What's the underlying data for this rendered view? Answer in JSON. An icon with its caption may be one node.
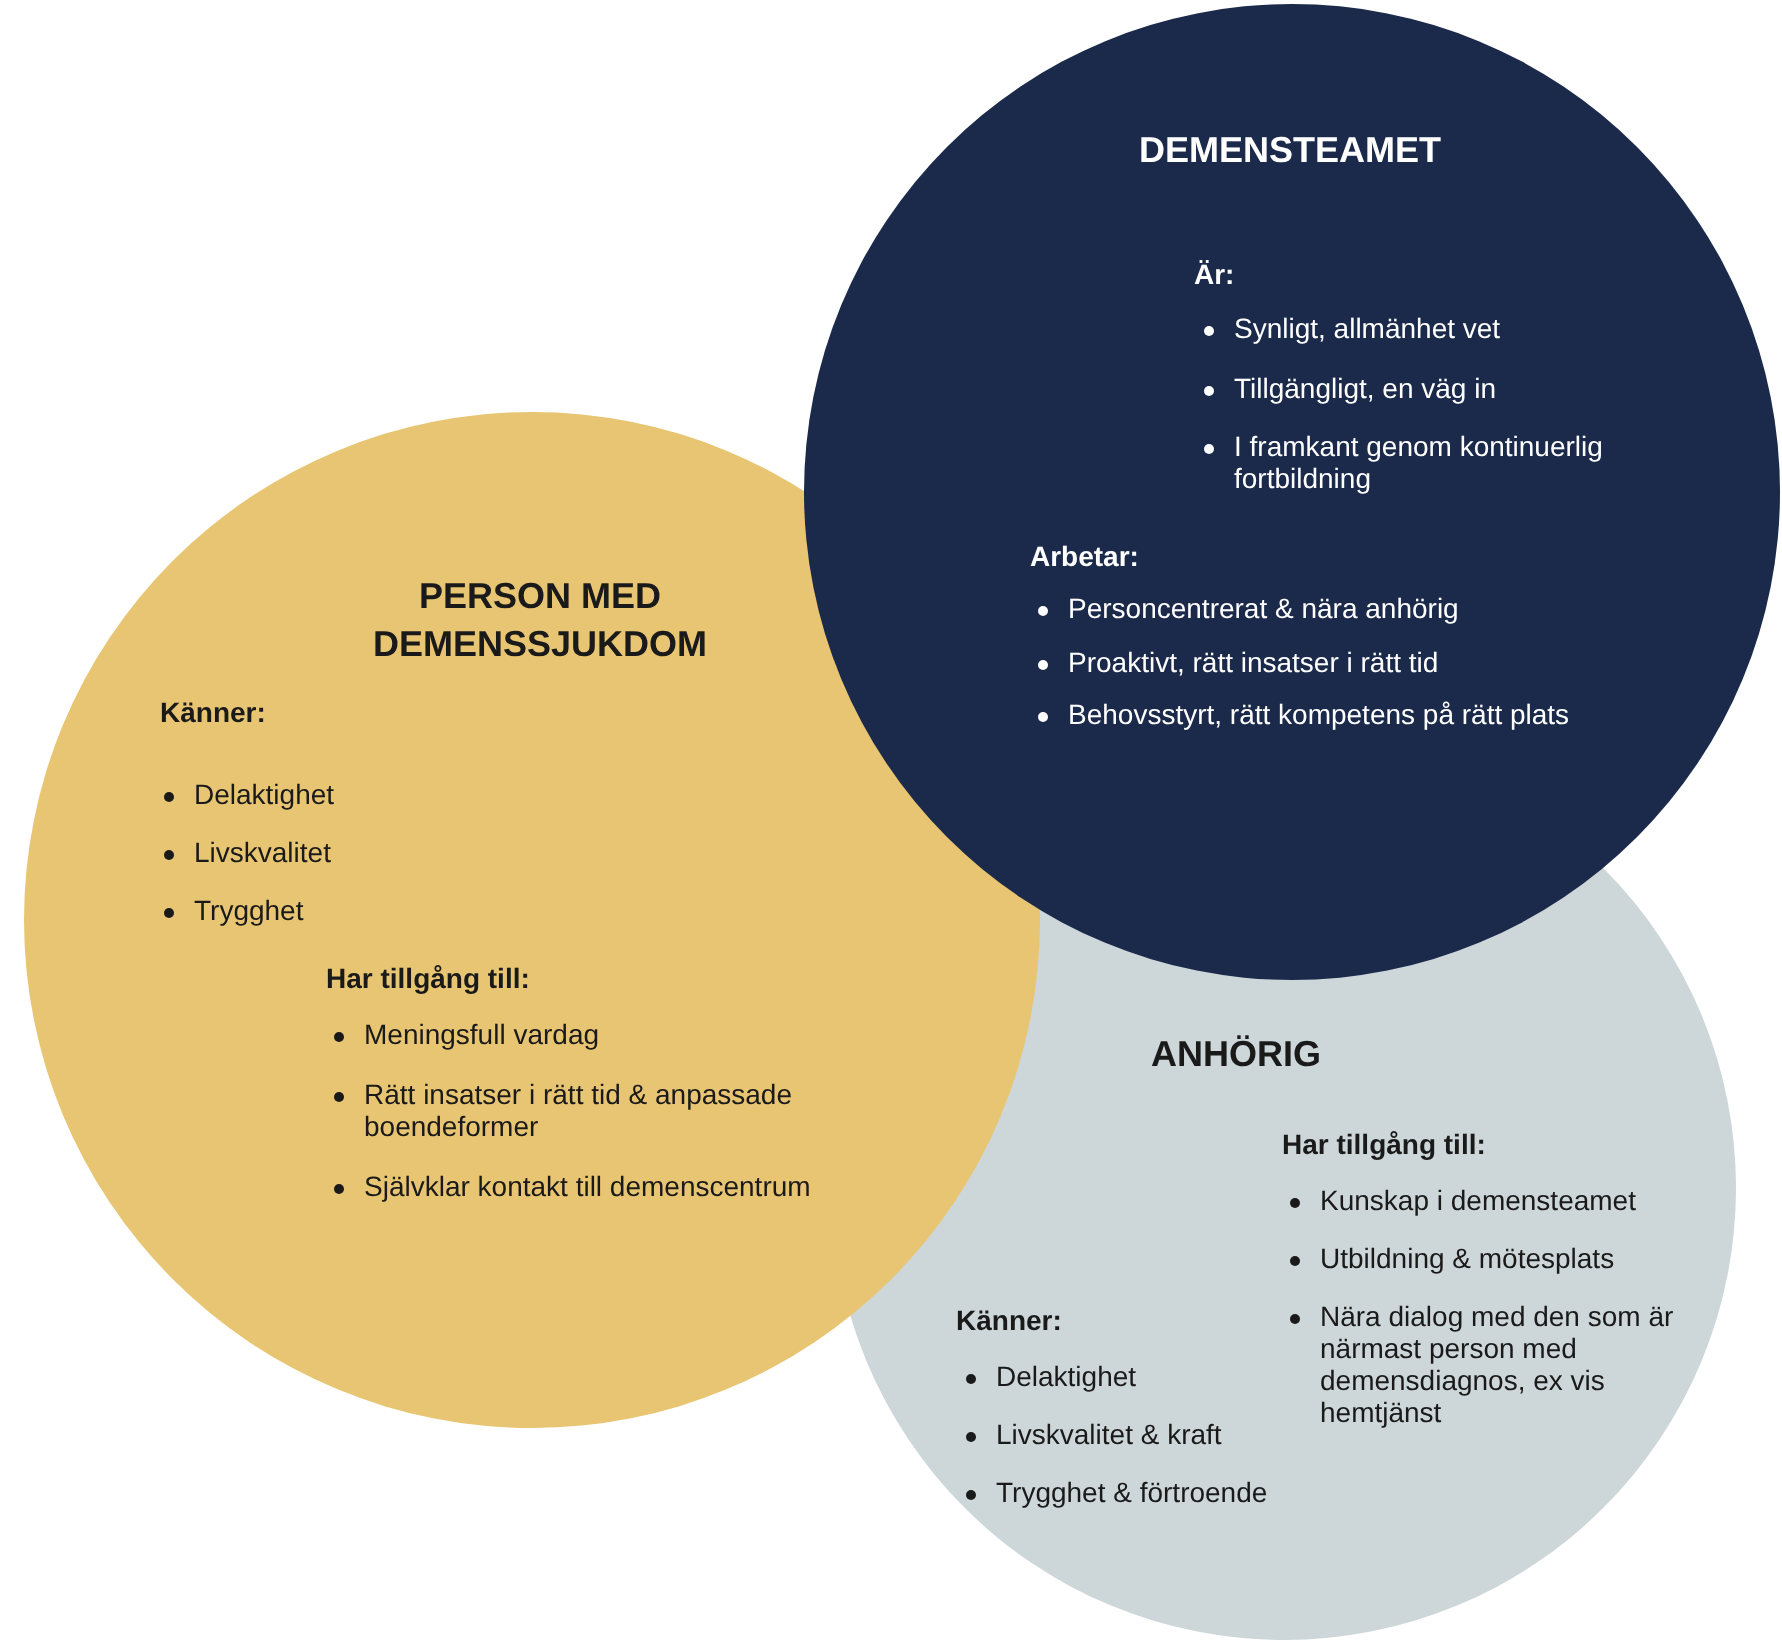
{
  "diagram": {
    "nodes": [
      {
        "text": [
          "DEMENSTEAMET",
          "Är:",
          "Synligt, allmänhet vet",
          "Tillgängligt, en väg in",
          "I framkant genom kontinuerlig fortbildning",
          "Arbetar:",
          "Personcentrerat & nära anhörig",
          "Proaktivt, rätt insatser i rätt tid",
          "Behovsstyrt, rätt kompetens på rätt plats"
        ]
      },
      {
        "text": [
          "PERSON MED DEMENSSJUKDOM",
          "Känner:",
          "Delaktighet",
          "Livskvalitet",
          "Trygghet",
          "Har tillgång till:",
          "Meningsfull vardag",
          "Rätt insatser i rätt tid & anpassade boendeformer",
          "Självklar kontakt till demenscentrum"
        ]
      },
      {
        "text": [
          "ANHÖRIG",
          "Känner:",
          "Delaktighet",
          "Livskvalitet & kraft",
          "Trygghet & förtroende",
          "Har tillgång till:",
          "Kunskap i demensteamet",
          "Utbildning & mötesplats",
          "Nära dialog med den som är närmast person med demensdiagnos, ex vis hemtjänst"
        ]
      }
    ]
  }
}
